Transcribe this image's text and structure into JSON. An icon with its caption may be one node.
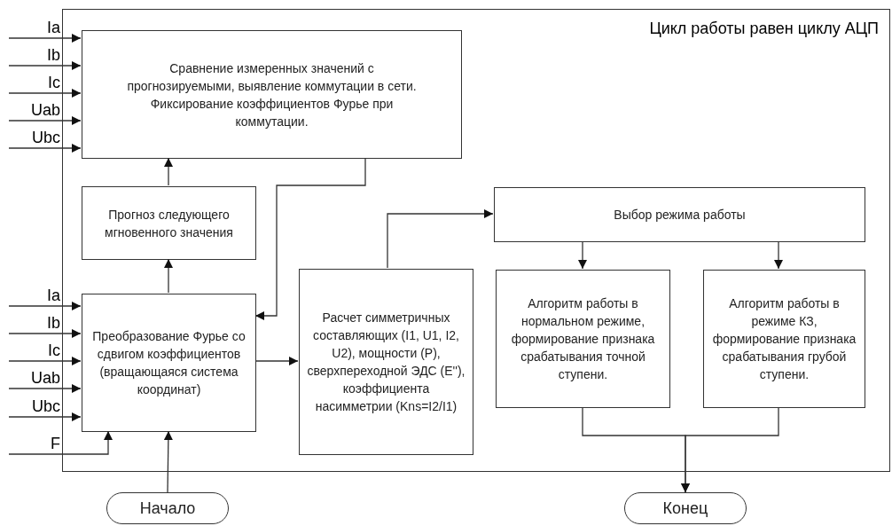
{
  "diagram": {
    "nodes": [
      {
        "text": [
          "Цикл работы равен циклу АЦП"
        ]
      },
      {
        "text": [
          "Сравнение измеренных значений с прогнозируемыми, выявление коммутации в сети. Фиксирование коэффициентов Фурье при коммутации."
        ],
        "in": 0
      },
      {
        "text": [
          "Прогноз следующего мгновенного значения"
        ],
        "in": 0
      },
      {
        "text": [
          "Преобразование Фурье со сдвигом коэффициентов (вращающаяся система координат)"
        ],
        "in": 0
      },
      {
        "text": [
          "Расчет симметричных составляющих (I1, U1, I2, U2), мощности (P), сверхпереходной ЭДС (E''), коэффициента насимметрии (Kns=I2/I1)"
        ],
        "in": 0
      },
      {
        "text": [
          "Выбор режима работы"
        ],
        "in": 0
      },
      {
        "text": [
          "Алгоритм работы в нормальном режиме, формирование признака срабатывания точной ступени."
        ],
        "in": 0
      },
      {
        "text": [
          "Алгоритм работы в режиме КЗ, формирование признака срабатывания грубой ступени."
        ],
        "in": 0
      },
      {
        "text": [
          "Начало"
        ]
      },
      {
        "text": [
          "Конец"
        ]
      }
    ],
    "edges": [
      {
        "from": null,
        "to": 1,
        "arrow": "to",
        "label": "Ia"
      },
      {
        "from": null,
        "to": 1,
        "arrow": "to",
        "label": "Ib"
      },
      {
        "from": null,
        "to": 1,
        "arrow": "to",
        "label": "Ic"
      },
      {
        "from": null,
        "to": 1,
        "arrow": "to",
        "label": "Uab"
      },
      {
        "from": null,
        "to": 1,
        "arrow": "to",
        "label": "Ubc"
      },
      {
        "from": null,
        "to": 3,
        "arrow": "to",
        "label": "Ia"
      },
      {
        "from": null,
        "to": 3,
        "arrow": "to",
        "label": "Ib"
      },
      {
        "from": null,
        "to": 3,
        "arrow": "to",
        "label": "Ic"
      },
      {
        "from": null,
        "to": 3,
        "arrow": "to",
        "label": "Uab"
      },
      {
        "from": null,
        "to": 3,
        "arrow": "to",
        "label": "Ubc"
      },
      {
        "from": null,
        "to": 3,
        "arrow": "to",
        "label": "F"
      },
      {
        "from": 3,
        "to": 2,
        "arrow": "to"
      },
      {
        "from": 2,
        "to": 1,
        "arrow": "to"
      },
      {
        "from": 1,
        "to": 3,
        "arrow": "to"
      },
      {
        "from": 3,
        "to": 4,
        "arrow": "to"
      },
      {
        "from": 4,
        "to": 5,
        "arrow": "to"
      },
      {
        "from": 5,
        "to": 6,
        "arrow": "to"
      },
      {
        "from": 5,
        "to": 7,
        "arrow": "to"
      },
      {
        "from": 6,
        "to": 9,
        "arrow": "to"
      },
      {
        "from": 7,
        "to": 9,
        "arrow": "to"
      },
      {
        "from": 8,
        "to": 3,
        "arrow": "to"
      }
    ]
  }
}
